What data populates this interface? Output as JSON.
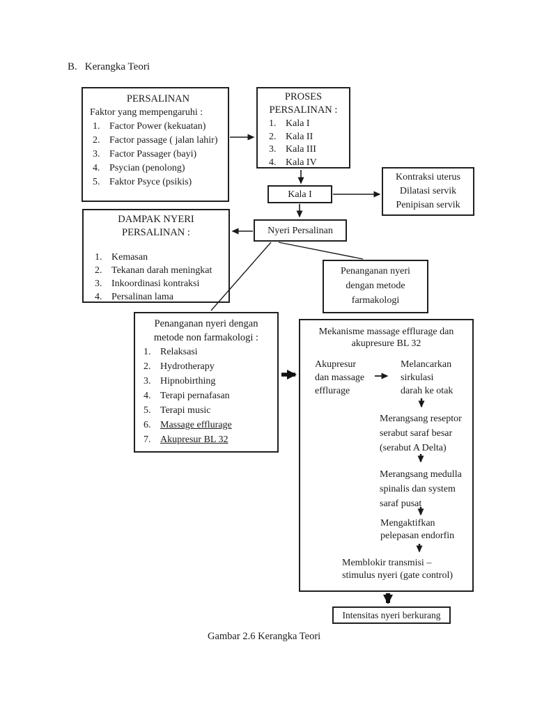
{
  "colors": {
    "ink": "#1a1a1a",
    "paper": "#ffffff"
  },
  "heading": {
    "prefix": "B.",
    "text": "Kerangka Teori"
  },
  "caption": "Gambar 2.6 Kerangka Teori",
  "boxes": {
    "persalinan": {
      "title": "PERSALINAN",
      "subtitle": "Faktor yang mempengaruhi :",
      "items": [
        {
          "num": "1.",
          "text": "Factor Power (kekuatan)"
        },
        {
          "num": "2.",
          "text": "Factor passage ( jalan lahir)"
        },
        {
          "num": "3.",
          "text": "Factor Passager (bayi)"
        },
        {
          "num": "4.",
          "text": "Psycian (penolong)"
        },
        {
          "num": "5.",
          "text": "Faktor Psyce (psikis)"
        }
      ]
    },
    "proses": {
      "title": "PROSES PERSALINAN :",
      "items": [
        {
          "num": "1.",
          "text": "Kala I"
        },
        {
          "num": "2.",
          "text": "Kala II"
        },
        {
          "num": "3.",
          "text": "Kala III"
        },
        {
          "num": "4.",
          "text": "Kala IV"
        }
      ]
    },
    "kala1": {
      "label": "Kala I"
    },
    "kontraksi": {
      "lines": [
        "Kontraksi uterus",
        "Dilatasi servik",
        "Penipisan servik"
      ]
    },
    "nyeri": {
      "label": "Nyeri Persalinan"
    },
    "dampak": {
      "title": "DAMPAK NYERI PERSALINAN :",
      "items": [
        {
          "num": "1.",
          "text": "Kemasan"
        },
        {
          "num": "2.",
          "text": "Tekanan darah meningkat"
        },
        {
          "num": "3.",
          "text": "Inkoordinasi kontraksi"
        },
        {
          "num": "4.",
          "text": "Persalinan lama"
        }
      ]
    },
    "farmakologi": {
      "lines": [
        "Penanganan nyeri",
        "dengan metode",
        "farmakologi"
      ]
    },
    "nonfarmakologi": {
      "title_lines": [
        "Penanganan nyeri dengan",
        "metode non farmakologi :"
      ],
      "items": [
        {
          "num": "1.",
          "text": "Relaksasi"
        },
        {
          "num": "2.",
          "text": "Hydrotherapy"
        },
        {
          "num": "3.",
          "text": "Hipnobirthing"
        },
        {
          "num": "4.",
          "text": "Terapi pernafasan"
        },
        {
          "num": "5.",
          "text": "Terapi music"
        },
        {
          "num": "6.",
          "text": "Massage efflurage"
        },
        {
          "num": "7.",
          "text": "Akupresur BL 32"
        }
      ]
    },
    "mekanisme": {
      "title_lines": [
        "Mekanisme massage efflurage dan",
        "akupresure BL 32"
      ],
      "source_lines": [
        "Akupresur",
        "dan massage",
        "efflurage"
      ],
      "step1_lines": [
        "Melancarkan",
        "sirkulasi",
        "darah ke otak"
      ],
      "step2_lines": [
        "Merangsang reseptor",
        "serabut saraf besar",
        "(serabut A Delta)"
      ],
      "step3_lines": [
        "Merangsang medulla",
        "spinalis dan system",
        "saraf pusat"
      ],
      "step4_lines": [
        "Mengaktifkan",
        "pelepasan endorfin"
      ],
      "step5_lines": [
        "Memblokir transmisi –",
        "stimulus nyeri (gate control)"
      ]
    },
    "intensitas": {
      "label": "Intensitas nyeri berkurang"
    }
  }
}
